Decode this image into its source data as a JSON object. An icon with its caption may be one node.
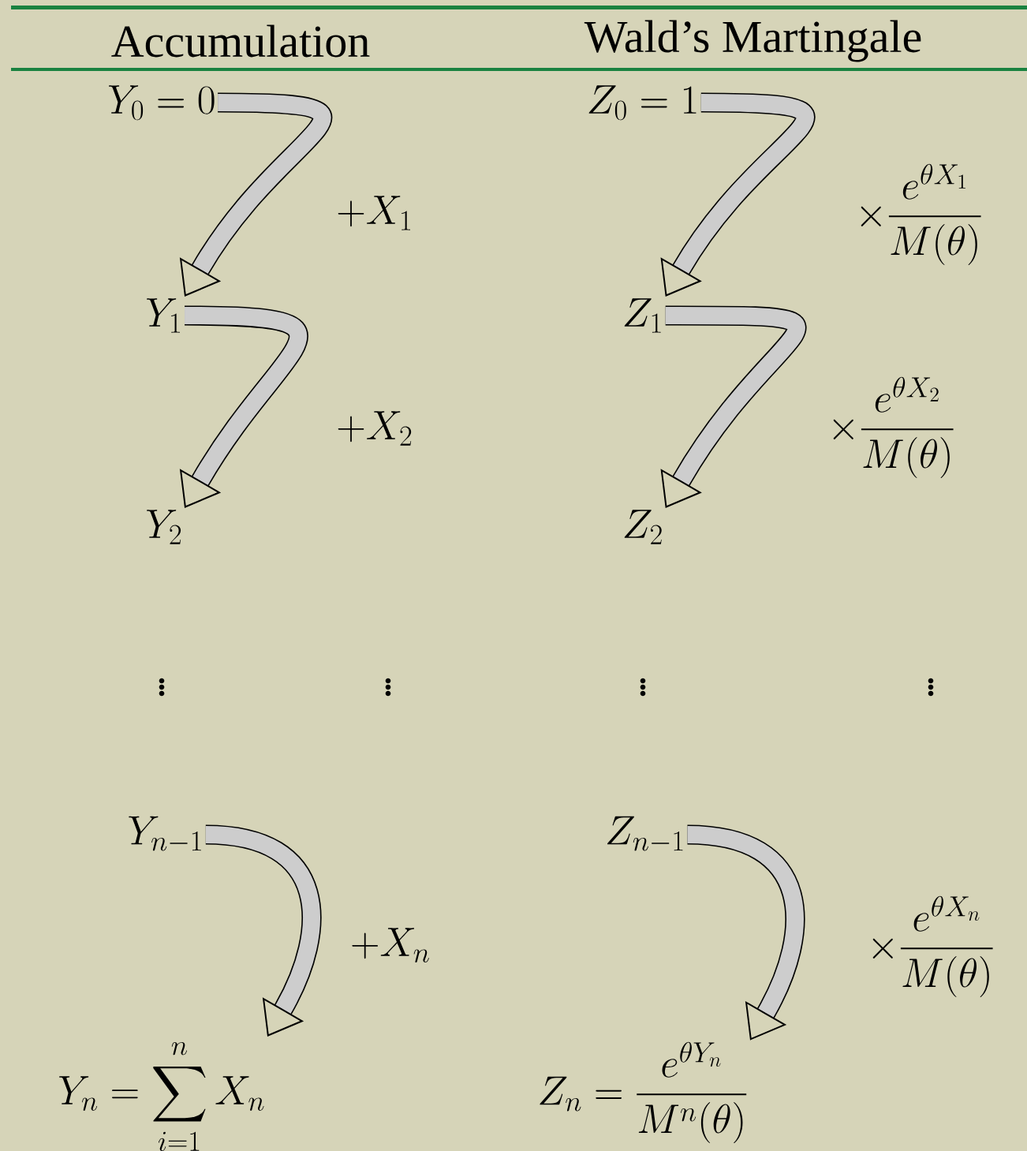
{
  "diagram": {
    "nodes": [
      {
        "text": [
          "Y_0 = 0"
        ]
      },
      {
        "text": [
          "Y_1"
        ]
      },
      {
        "text": [
          "Y_2"
        ]
      },
      {
        "text": [
          "Y_{n-1}"
        ]
      },
      {
        "text": [
          "Y_n = \\sum_{i=1}^{n} X_n"
        ]
      },
      {
        "text": [
          "Z_0 = 1"
        ]
      },
      {
        "text": [
          "Z_1"
        ]
      },
      {
        "text": [
          "Z_2"
        ]
      },
      {
        "text": [
          "Z_{n-1}"
        ]
      },
      {
        "text": [
          "Z_n = \\frac{e^{\\theta Y_n}}{M^n(\\theta)}"
        ]
      }
    ],
    "edges": [
      {
        "from": 0,
        "to": 1,
        "arrow": "to",
        "label": "+X_1"
      },
      {
        "from": 1,
        "to": 2,
        "arrow": "to",
        "label": "+X_2"
      },
      {
        "from": 3,
        "to": 4,
        "arrow": "to",
        "label": "+X_n"
      },
      {
        "from": 5,
        "to": 6,
        "arrow": "to",
        "label": "\\times \\frac{e^{\\theta X_1}}{M(\\theta)}"
      },
      {
        "from": 6,
        "to": 7,
        "arrow": "to",
        "label": "\\times \\frac{e^{\\theta X_2}}{M(\\theta)}"
      },
      {
        "from": 8,
        "to": 9,
        "arrow": "to",
        "label": "\\times \\frac{e^{\\theta X_n}}{M(\\theta)}"
      }
    ],
    "labels": [
      "Accumulation",
      "Wald’s Martingale",
      "\\vdots",
      "\\vdots",
      "\\vdots",
      "\\vdots"
    ]
  }
}
